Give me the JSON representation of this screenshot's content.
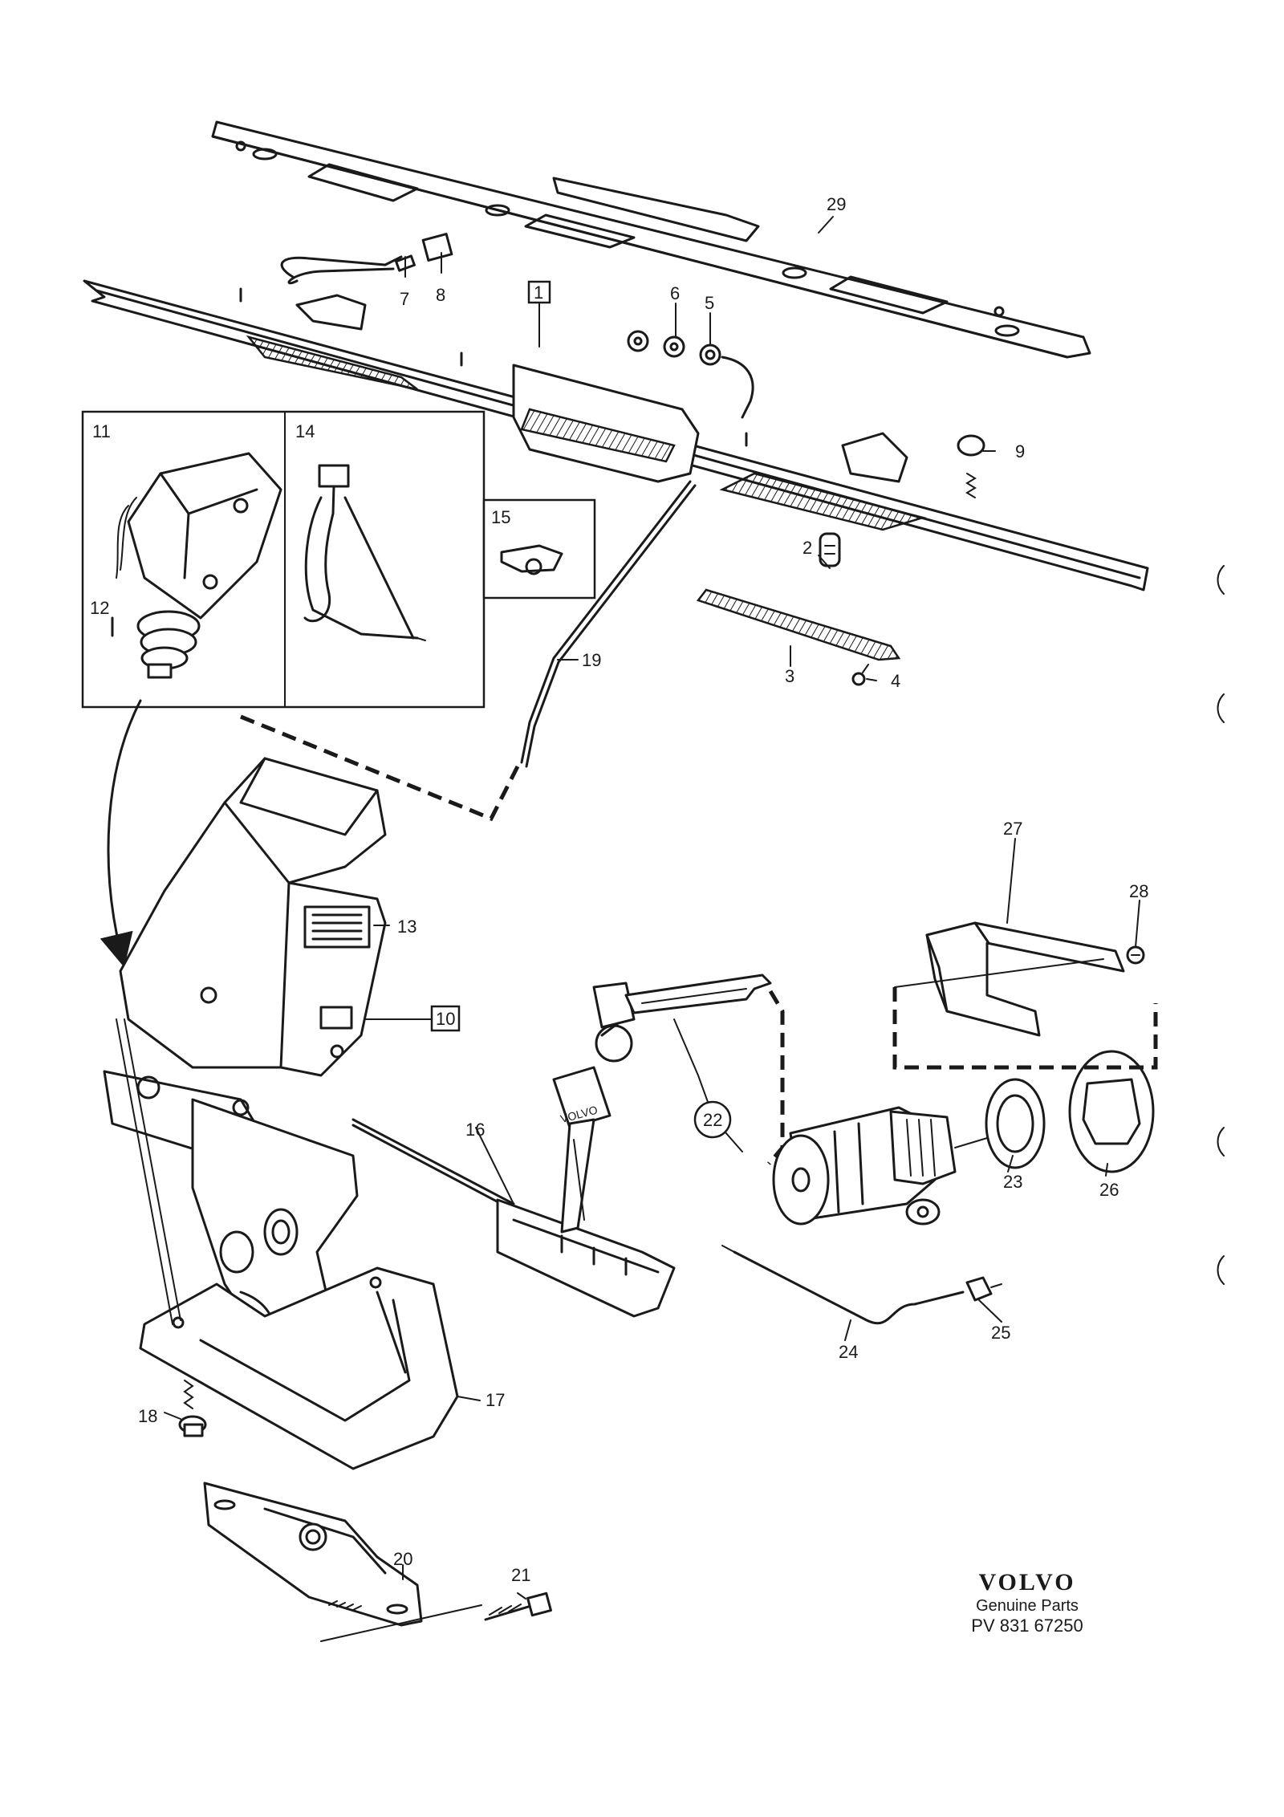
{
  "brand": {
    "logo": "VOLVO",
    "subtitle": "Genuine Parts",
    "code": "PV 831 67250"
  },
  "callouts": [
    "1",
    "2",
    "3",
    "4",
    "5",
    "6",
    "7",
    "8",
    "9",
    "10",
    "11",
    "12",
    "13",
    "14",
    "15",
    "16",
    "17",
    "18",
    "19",
    "20",
    "21",
    "22",
    "23",
    "24",
    "25",
    "26",
    "27",
    "28",
    "29"
  ],
  "inset_labels": {
    "inset_11": "11",
    "inset_14": "14",
    "inset_15": "15",
    "part_12": "12"
  },
  "key_text": "VOLVO"
}
